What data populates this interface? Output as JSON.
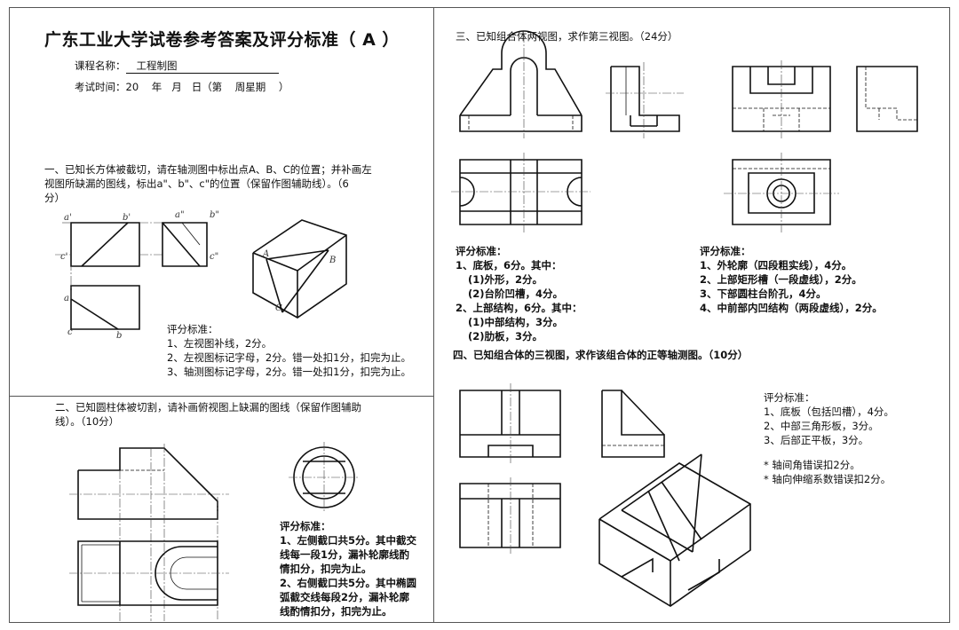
{
  "header": {
    "title": "广东工业大学试卷参考答案及评分标准（ A ）",
    "course_label": "课程名称：",
    "course_name": "工程制图",
    "exam_time": "考试时间：20    年   月   日（第    周星期    ）"
  },
  "section1": {
    "prompt_line1": "一、已知长方体被截切，请在轴测图中标出点A、B、C的位置；并补画左",
    "prompt_line2": "视图所缺漏的图线，标出a\"、b\"、c\"的位置（保留作图辅助线）。（6",
    "prompt_line3": "分）",
    "labels": {
      "a1": "a'",
      "b1": "b'",
      "c1": "c'",
      "a2": "a\"",
      "b2": "b\"",
      "c2": "c\"",
      "a": "a",
      "b": "b",
      "c": "c",
      "A": "A",
      "B": "B",
      "C": "C"
    },
    "grading_title": "评分标准：",
    "grading": [
      "1、左视图补线，2分。",
      "2、左视图标记字母，2分。错一处扣1分，扣完为止。",
      "3、轴测图标记字母，2分。错一处扣1分，扣完为止。"
    ]
  },
  "section2": {
    "prompt_line1": "二、已知圆柱体被切割，请补画俯视图上缺漏的图线（保留作图辅助",
    "prompt_line2": "线）。（10分）",
    "grading_title": "评分标准：",
    "grading": [
      "1、左侧截口共5分。其中截交",
      "线每一段1分，漏补轮廓线酌",
      "情扣分，扣完为止。",
      "2、右侧截口共5分。其中椭圆",
      "弧截交线每段2分，漏补轮廓",
      "线酌情扣分，扣完为止。"
    ]
  },
  "section3": {
    "prompt": "三、已知组合体两视图，求作第三视图。（24分）",
    "grading_left_title": "评分标准：",
    "grading_left": [
      "1、底板，6分。其中：",
      "  (1)外形，2分。",
      "  (2)台阶凹槽，4分。",
      "2、上部结构，6分。其中：",
      "  (1)中部结构，3分。",
      "  (2)肋板，3分。"
    ],
    "grading_right_title": "评分标准：",
    "grading_right": [
      "1、外轮廓（四段粗实线），4分。",
      "2、上部矩形槽（一段虚线），2分。",
      "3、下部圆柱台阶孔，4分。",
      "4、中前部内凹结构（两段虚线），2分。"
    ]
  },
  "section4": {
    "prompt": "四、已知组合体的三视图，求作该组合体的正等轴测图。（10分）",
    "grading_title": "评分标准：",
    "grading": [
      "1、底板（包括凹槽），4分。",
      "2、中部三角形板，3分。",
      "3、后部正平板，3分。"
    ],
    "notes": [
      "* 轴间角错误扣2分。",
      "* 轴向伸缩系数错误扣2分。"
    ]
  }
}
